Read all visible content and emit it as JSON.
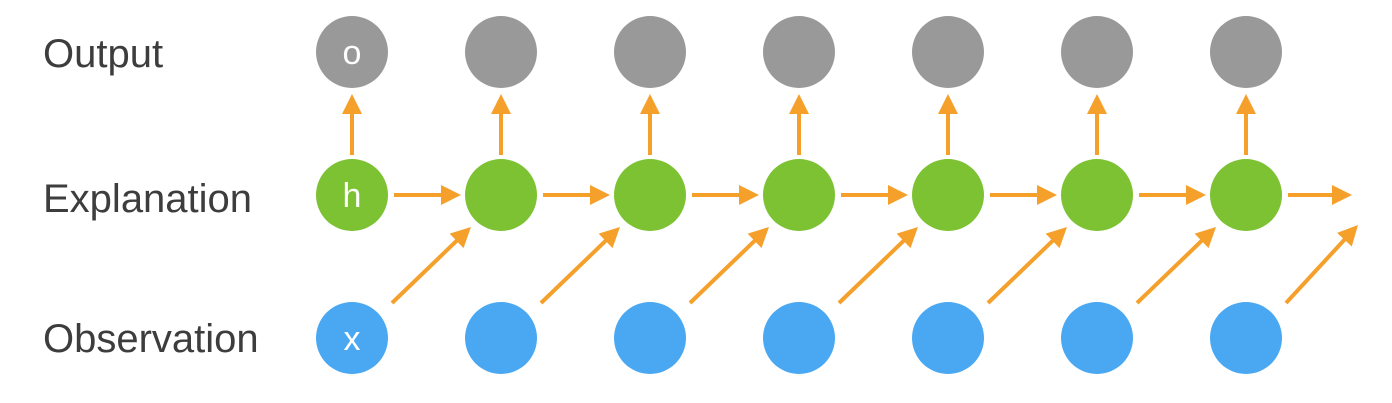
{
  "rows": {
    "output": {
      "label": "Output",
      "node_letter": "o",
      "color": "#999999"
    },
    "explanation": {
      "label": "Explanation",
      "node_letter": "h",
      "color": "#7cc232"
    },
    "observation": {
      "label": "Observation",
      "node_letter": "x",
      "color": "#4aa8f2"
    }
  },
  "arrow_color": "#f5a02b",
  "label_color": "#3d3d3d",
  "timesteps": 7
}
